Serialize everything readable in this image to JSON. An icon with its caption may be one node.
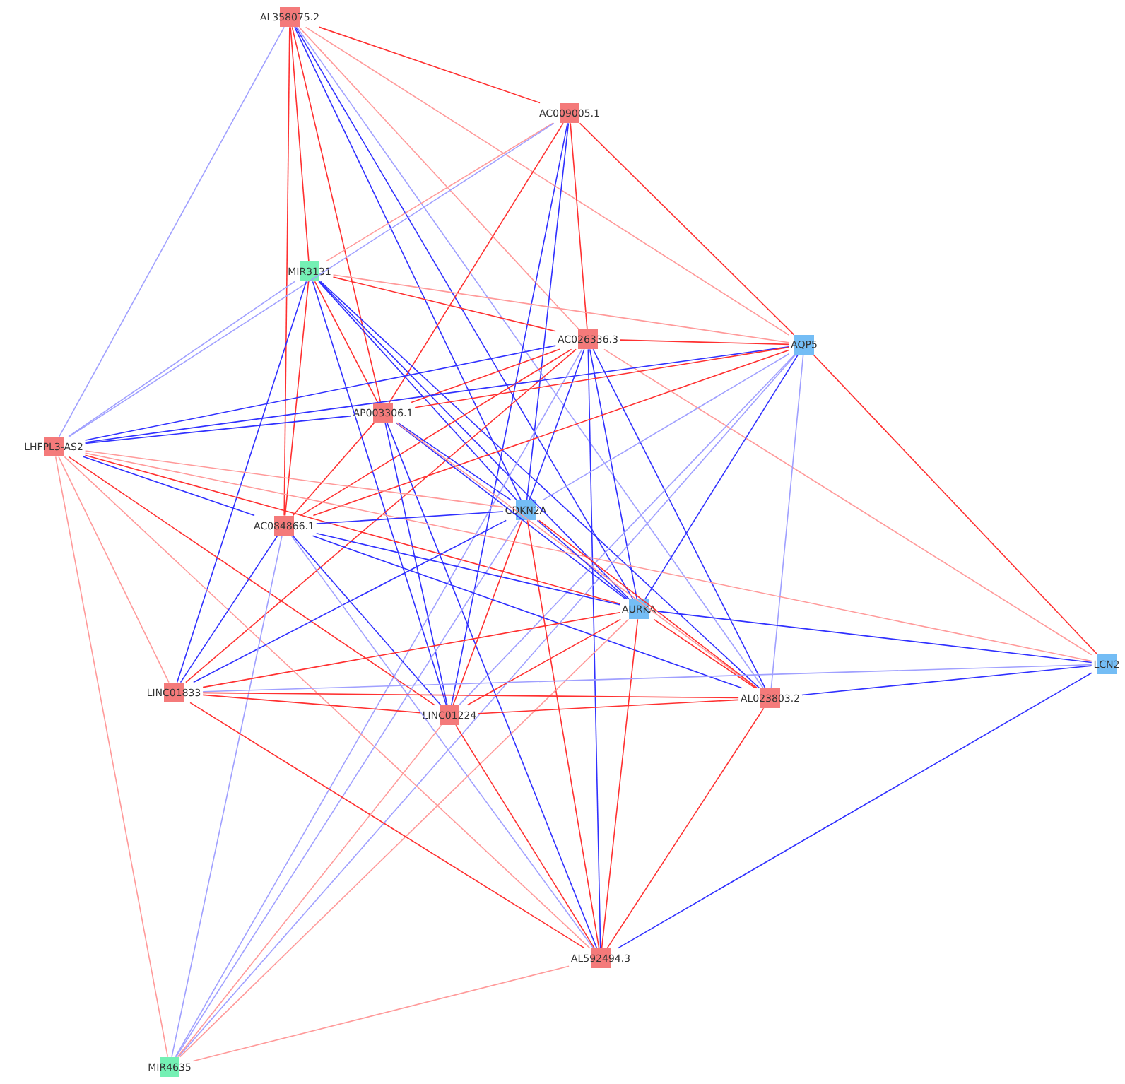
{
  "diagram": {
    "nodes": [
      {
        "text": [
          "AL358075.2"
        ]
      },
      {
        "text": [
          "AC009005.1"
        ]
      },
      {
        "text": [
          "MIR3131"
        ]
      },
      {
        "text": [
          "AC026336.3"
        ]
      },
      {
        "text": [
          "AQP5"
        ]
      },
      {
        "text": [
          "AP003306.1"
        ]
      },
      {
        "text": [
          "LHFPL3-AS2"
        ]
      },
      {
        "text": [
          "CDKN2A"
        ]
      },
      {
        "text": [
          "AC084866.1"
        ]
      },
      {
        "text": [
          "AURKA"
        ]
      },
      {
        "text": [
          "LCN2"
        ]
      },
      {
        "text": [
          "LINC01833"
        ]
      },
      {
        "text": [
          "LINC01224"
        ]
      },
      {
        "text": [
          "AL023803.2"
        ]
      },
      {
        "text": [
          "AL592494.3"
        ]
      },
      {
        "text": [
          "MIR4635"
        ]
      }
    ],
    "edges": [
      {
        "from": 0,
        "to": 1,
        "arrow": "none",
        "color": "#ff3030"
      },
      {
        "from": 0,
        "to": 2,
        "arrow": "none",
        "color": "#ff3030"
      },
      {
        "from": 0,
        "to": 5,
        "arrow": "none",
        "color": "#ff3030"
      },
      {
        "from": 0,
        "to": 8,
        "arrow": "none",
        "color": "#ff3030"
      },
      {
        "from": 0,
        "to": 3,
        "arrow": "none",
        "color": "#ff9a9a"
      },
      {
        "from": 0,
        "to": 4,
        "arrow": "none",
        "color": "#ff9a9a"
      },
      {
        "from": 0,
        "to": 6,
        "arrow": "none",
        "color": "#a0a0ff"
      },
      {
        "from": 0,
        "to": 7,
        "arrow": "none",
        "color": "#3030ff"
      },
      {
        "from": 0,
        "to": 9,
        "arrow": "none",
        "color": "#3030ff"
      },
      {
        "from": 0,
        "to": 13,
        "arrow": "none",
        "color": "#a0a0ff"
      },
      {
        "from": 1,
        "to": 2,
        "arrow": "none",
        "color": "#ff9a9a"
      },
      {
        "from": 1,
        "to": 6,
        "arrow": "none",
        "color": "#a0a0ff"
      },
      {
        "from": 1,
        "to": 3,
        "arrow": "none",
        "color": "#ff3030"
      },
      {
        "from": 1,
        "to": 4,
        "arrow": "none",
        "color": "#ff3030"
      },
      {
        "from": 1,
        "to": 5,
        "arrow": "none",
        "color": "#ff3030"
      },
      {
        "from": 1,
        "to": 7,
        "arrow": "none",
        "color": "#3030ff"
      },
      {
        "from": 1,
        "to": 12,
        "arrow": "none",
        "color": "#3030ff"
      },
      {
        "from": 2,
        "to": 3,
        "arrow": "none",
        "color": "#ff3030"
      },
      {
        "from": 2,
        "to": 4,
        "arrow": "none",
        "color": "#ff9a9a"
      },
      {
        "from": 2,
        "to": 5,
        "arrow": "none",
        "color": "#ff3030"
      },
      {
        "from": 2,
        "to": 8,
        "arrow": "none",
        "color": "#ff3030"
      },
      {
        "from": 2,
        "to": 11,
        "arrow": "none",
        "color": "#3030ff"
      },
      {
        "from": 2,
        "to": 7,
        "arrow": "none",
        "color": "#3030ff"
      },
      {
        "from": 2,
        "to": 9,
        "arrow": "none",
        "color": "#3030ff"
      },
      {
        "from": 2,
        "to": 12,
        "arrow": "none",
        "color": "#3030ff"
      },
      {
        "from": 2,
        "to": 13,
        "arrow": "none",
        "color": "#3030ff"
      },
      {
        "from": 2,
        "to": 6,
        "arrow": "none",
        "color": "#a0a0ff"
      },
      {
        "from": 3,
        "to": 4,
        "arrow": "none",
        "color": "#ff3030"
      },
      {
        "from": 3,
        "to": 5,
        "arrow": "none",
        "color": "#ff3030"
      },
      {
        "from": 3,
        "to": 8,
        "arrow": "none",
        "color": "#ff3030"
      },
      {
        "from": 3,
        "to": 11,
        "arrow": "none",
        "color": "#ff3030"
      },
      {
        "from": 3,
        "to": 6,
        "arrow": "none",
        "color": "#3030ff"
      },
      {
        "from": 3,
        "to": 7,
        "arrow": "none",
        "color": "#3030ff"
      },
      {
        "from": 3,
        "to": 9,
        "arrow": "none",
        "color": "#3030ff"
      },
      {
        "from": 3,
        "to": 13,
        "arrow": "none",
        "color": "#3030ff"
      },
      {
        "from": 3,
        "to": 14,
        "arrow": "none",
        "color": "#3030ff"
      },
      {
        "from": 3,
        "to": 10,
        "arrow": "none",
        "color": "#ff9a9a"
      },
      {
        "from": 3,
        "to": 15,
        "arrow": "none",
        "color": "#a0a0ff"
      },
      {
        "from": 4,
        "to": 6,
        "arrow": "none",
        "color": "#3030ff"
      },
      {
        "from": 4,
        "to": 8,
        "arrow": "none",
        "color": "#ff3030"
      },
      {
        "from": 4,
        "to": 5,
        "arrow": "none",
        "color": "#ff3030"
      },
      {
        "from": 4,
        "to": 7,
        "arrow": "none",
        "color": "#a0a0ff"
      },
      {
        "from": 4,
        "to": 9,
        "arrow": "none",
        "color": "#3030ff"
      },
      {
        "from": 4,
        "to": 10,
        "arrow": "none",
        "color": "#ff3030"
      },
      {
        "from": 4,
        "to": 13,
        "arrow": "none",
        "color": "#a0a0ff"
      },
      {
        "from": 4,
        "to": 12,
        "arrow": "none",
        "color": "#a0a0ff"
      },
      {
        "from": 4,
        "to": 15,
        "arrow": "none",
        "color": "#a0a0ff"
      },
      {
        "from": 5,
        "to": 6,
        "arrow": "none",
        "color": "#3030ff"
      },
      {
        "from": 5,
        "to": 7,
        "arrow": "none",
        "color": "#3030ff"
      },
      {
        "from": 5,
        "to": 8,
        "arrow": "none",
        "color": "#ff3030"
      },
      {
        "from": 5,
        "to": 9,
        "arrow": "none",
        "color": "#3030ff"
      },
      {
        "from": 5,
        "to": 12,
        "arrow": "none",
        "color": "#3030ff"
      },
      {
        "from": 5,
        "to": 13,
        "arrow": "none",
        "color": "#ff9a9a"
      },
      {
        "from": 5,
        "to": 14,
        "arrow": "none",
        "color": "#3030ff"
      },
      {
        "from": 6,
        "to": 7,
        "arrow": "none",
        "color": "#ff9a9a"
      },
      {
        "from": 6,
        "to": 8,
        "arrow": "none",
        "color": "#3030ff"
      },
      {
        "from": 6,
        "to": 9,
        "arrow": "none",
        "color": "#ff3030"
      },
      {
        "from": 6,
        "to": 10,
        "arrow": "none",
        "color": "#ff9a9a"
      },
      {
        "from": 6,
        "to": 11,
        "arrow": "none",
        "color": "#ff9a9a"
      },
      {
        "from": 6,
        "to": 12,
        "arrow": "none",
        "color": "#ff3030"
      },
      {
        "from": 6,
        "to": 14,
        "arrow": "none",
        "color": "#ff9a9a"
      },
      {
        "from": 6,
        "to": 15,
        "arrow": "none",
        "color": "#ff9a9a"
      },
      {
        "from": 7,
        "to": 8,
        "arrow": "none",
        "color": "#3030ff"
      },
      {
        "from": 7,
        "to": 9,
        "arrow": "none",
        "color": "#3030ff"
      },
      {
        "from": 7,
        "to": 11,
        "arrow": "none",
        "color": "#3030ff"
      },
      {
        "from": 7,
        "to": 12,
        "arrow": "none",
        "color": "#ff3030"
      },
      {
        "from": 7,
        "to": 13,
        "arrow": "none",
        "color": "#ff3030"
      },
      {
        "from": 7,
        "to": 14,
        "arrow": "none",
        "color": "#ff3030"
      },
      {
        "from": 7,
        "to": 15,
        "arrow": "none",
        "color": "#a0a0ff"
      },
      {
        "from": 8,
        "to": 9,
        "arrow": "none",
        "color": "#3030ff"
      },
      {
        "from": 8,
        "to": 11,
        "arrow": "none",
        "color": "#3030ff"
      },
      {
        "from": 8,
        "to": 12,
        "arrow": "none",
        "color": "#3030ff"
      },
      {
        "from": 8,
        "to": 13,
        "arrow": "none",
        "color": "#3030ff"
      },
      {
        "from": 8,
        "to": 14,
        "arrow": "none",
        "color": "#a0a0ff"
      },
      {
        "from": 8,
        "to": 15,
        "arrow": "none",
        "color": "#a0a0ff"
      },
      {
        "from": 9,
        "to": 10,
        "arrow": "none",
        "color": "#3030ff"
      },
      {
        "from": 9,
        "to": 11,
        "arrow": "none",
        "color": "#ff3030"
      },
      {
        "from": 9,
        "to": 12,
        "arrow": "none",
        "color": "#ff3030"
      },
      {
        "from": 9,
        "to": 13,
        "arrow": "none",
        "color": "#ff3030"
      },
      {
        "from": 9,
        "to": 14,
        "arrow": "none",
        "color": "#ff3030"
      },
      {
        "from": 9,
        "to": 15,
        "arrow": "none",
        "color": "#ff9a9a"
      },
      {
        "from": 10,
        "to": 11,
        "arrow": "none",
        "color": "#a0a0ff"
      },
      {
        "from": 10,
        "to": 13,
        "arrow": "none",
        "color": "#3030ff"
      },
      {
        "from": 10,
        "to": 14,
        "arrow": "none",
        "color": "#3030ff"
      },
      {
        "from": 11,
        "to": 12,
        "arrow": "none",
        "color": "#ff3030"
      },
      {
        "from": 11,
        "to": 13,
        "arrow": "none",
        "color": "#ff3030"
      },
      {
        "from": 11,
        "to": 14,
        "arrow": "none",
        "color": "#ff3030"
      },
      {
        "from": 12,
        "to": 13,
        "arrow": "none",
        "color": "#ff3030"
      },
      {
        "from": 12,
        "to": 14,
        "arrow": "none",
        "color": "#ff3030"
      },
      {
        "from": 12,
        "to": 15,
        "arrow": "none",
        "color": "#ff9a9a"
      },
      {
        "from": 13,
        "to": 14,
        "arrow": "none",
        "color": "#ff3030"
      },
      {
        "from": 14,
        "to": 15,
        "arrow": "none",
        "color": "#ff9a9a"
      }
    ]
  }
}
